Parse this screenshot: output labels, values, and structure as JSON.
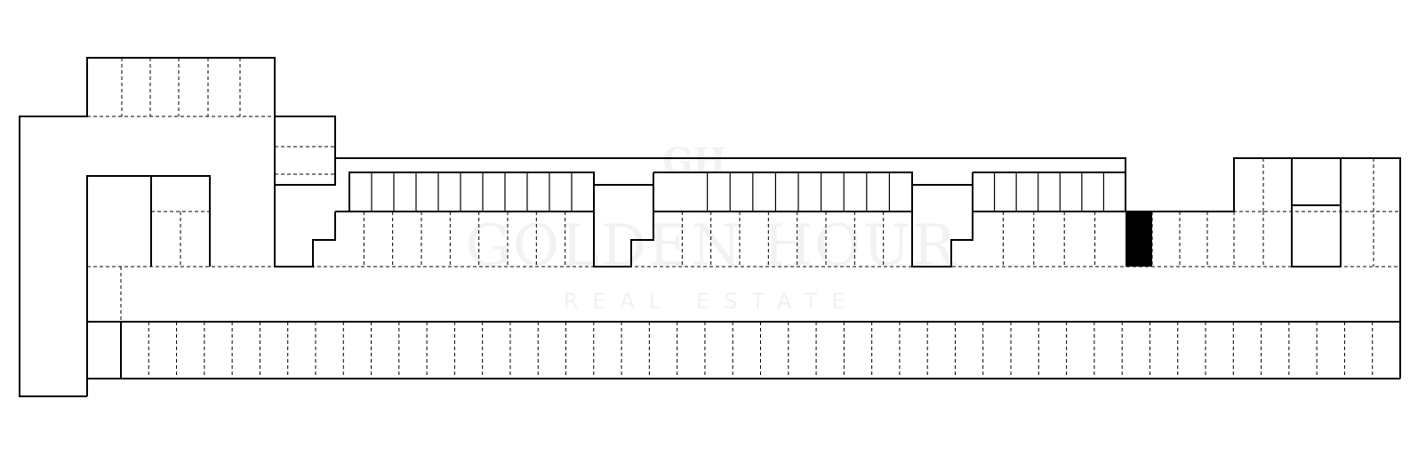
{
  "watermark": {
    "logo": "GH",
    "name": "GOLDEN HOUR",
    "subtitle": "REAL ESTATE"
  },
  "plan": {
    "kind": "parking-level-floor-plan",
    "highlight_color": "#000000",
    "highlighted_space": 1
  }
}
